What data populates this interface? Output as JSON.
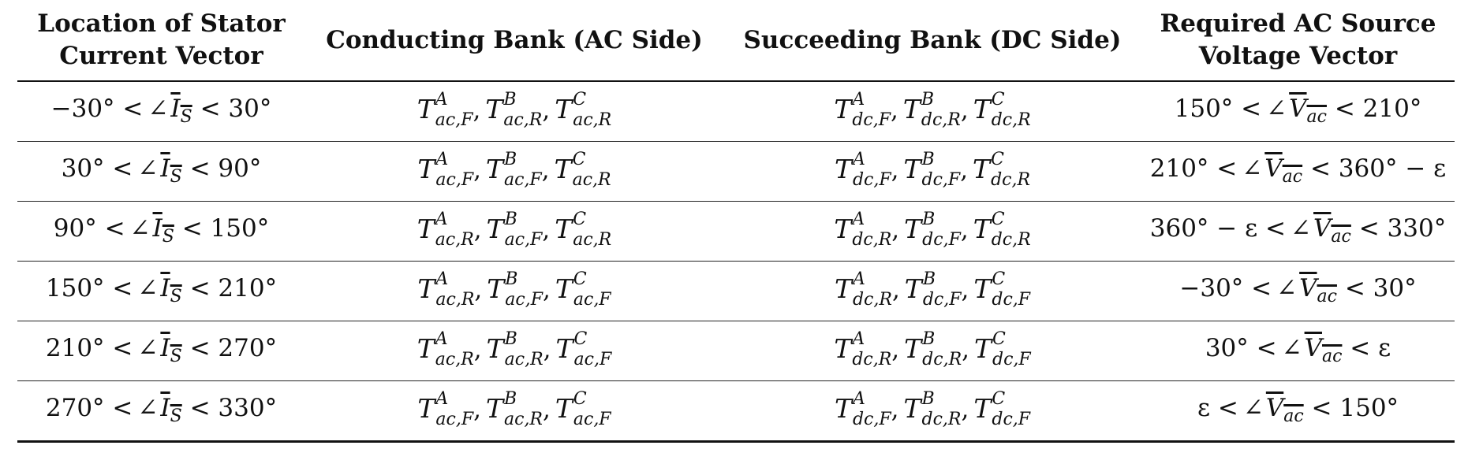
{
  "table": {
    "headers": [
      [
        "Location of Stator",
        "Current Vector"
      ],
      [
        "Conducting Bank (AC Side)"
      ],
      [
        "Succeeding Bank (DC Side)"
      ],
      [
        "Required AC Source",
        "Voltage Vector"
      ]
    ],
    "rows": [
      {
        "stator": {
          "lo": "−30°",
          "hi": "30°"
        },
        "ac": [
          [
            "A",
            "ac,F"
          ],
          [
            "B",
            "ac,R"
          ],
          [
            "C",
            "ac,R"
          ]
        ],
        "dc": [
          [
            "A",
            "dc,F"
          ],
          [
            "B",
            "dc,R"
          ],
          [
            "C",
            "dc,R"
          ]
        ],
        "vac": {
          "lo": "150°",
          "hi": "210°"
        }
      },
      {
        "stator": {
          "lo": "30°",
          "hi": "90°"
        },
        "ac": [
          [
            "A",
            "ac,F"
          ],
          [
            "B",
            "ac,F"
          ],
          [
            "C",
            "ac,R"
          ]
        ],
        "dc": [
          [
            "A",
            "dc,F"
          ],
          [
            "B",
            "dc,F"
          ],
          [
            "C",
            "dc,R"
          ]
        ],
        "vac": {
          "lo": "210°",
          "hi": "360° − ε"
        }
      },
      {
        "stator": {
          "lo": "90°",
          "hi": "150°"
        },
        "ac": [
          [
            "A",
            "ac,R"
          ],
          [
            "B",
            "ac,F"
          ],
          [
            "C",
            "ac,R"
          ]
        ],
        "dc": [
          [
            "A",
            "dc,R"
          ],
          [
            "B",
            "dc,F"
          ],
          [
            "C",
            "dc,R"
          ]
        ],
        "vac": {
          "lo": "360° − ε",
          "hi": "330°"
        }
      },
      {
        "stator": {
          "lo": "150°",
          "hi": "210°"
        },
        "ac": [
          [
            "A",
            "ac,R"
          ],
          [
            "B",
            "ac,F"
          ],
          [
            "C",
            "ac,F"
          ]
        ],
        "dc": [
          [
            "A",
            "dc,R"
          ],
          [
            "B",
            "dc,F"
          ],
          [
            "C",
            "dc,F"
          ]
        ],
        "vac": {
          "lo": "−30°",
          "hi": "30°"
        }
      },
      {
        "stator": {
          "lo": "210°",
          "hi": "270°"
        },
        "ac": [
          [
            "A",
            "ac,R"
          ],
          [
            "B",
            "ac,R"
          ],
          [
            "C",
            "ac,F"
          ]
        ],
        "dc": [
          [
            "A",
            "dc,R"
          ],
          [
            "B",
            "dc,R"
          ],
          [
            "C",
            "dc,F"
          ]
        ],
        "vac": {
          "lo": "30°",
          "hi": "ε"
        }
      },
      {
        "stator": {
          "lo": "270°",
          "hi": "330°"
        },
        "ac": [
          [
            "A",
            "ac,F"
          ],
          [
            "B",
            "ac,R"
          ],
          [
            "C",
            "ac,F"
          ]
        ],
        "dc": [
          [
            "A",
            "dc,F"
          ],
          [
            "B",
            "dc,R"
          ],
          [
            "C",
            "dc,F"
          ]
        ],
        "vac": {
          "lo": "ε",
          "hi": "150°"
        }
      }
    ],
    "symbols": {
      "lt": "<",
      "angle": "∠",
      "current": "I",
      "current_sub": "S",
      "voltage": "V",
      "voltage_sub": "ac",
      "switch": "T",
      "comma": ","
    }
  }
}
